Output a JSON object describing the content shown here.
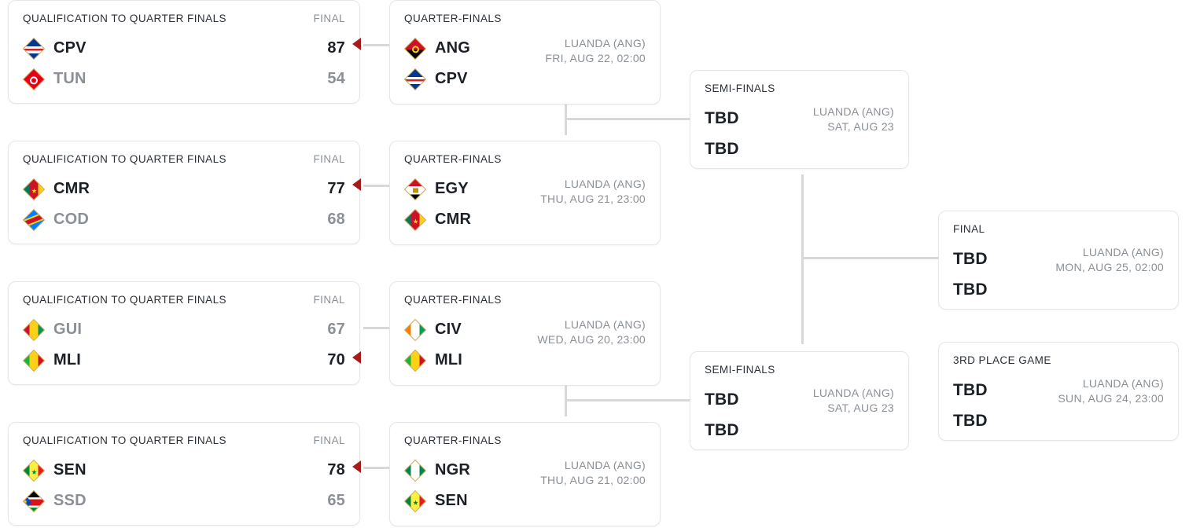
{
  "meta": {
    "labels": {
      "qualification": "QUALIFICATION TO QUARTER FINALS",
      "final_col": "FINAL",
      "quarter_finals": "QUARTER-FINALS",
      "semi_finals": "SEMI-FINALS",
      "final_round": "FINAL",
      "third_place": "3RD PLACE GAME",
      "tbd": "TBD"
    },
    "colors": {
      "card_bg": "#ffffff",
      "card_border": "#e6e6e6",
      "connector": "#d8d8d8",
      "text_primary": "#1b1f26",
      "text_muted": "#8b9096",
      "winner_arrow": "#a81b1b"
    }
  },
  "rounds": {
    "qualification": [
      {
        "header": "QUALIFICATION TO QUARTER FINALS",
        "status": "FINAL",
        "teams": [
          {
            "code": "CPV",
            "score": "87",
            "winner": true,
            "flag": "cpv"
          },
          {
            "code": "TUN",
            "score": "54",
            "winner": false,
            "flag": "tun"
          }
        ]
      },
      {
        "header": "QUALIFICATION TO QUARTER FINALS",
        "status": "FINAL",
        "teams": [
          {
            "code": "CMR",
            "score": "77",
            "winner": true,
            "flag": "cmr"
          },
          {
            "code": "COD",
            "score": "68",
            "winner": false,
            "flag": "cod"
          }
        ]
      },
      {
        "header": "QUALIFICATION TO QUARTER FINALS",
        "status": "FINAL",
        "teams": [
          {
            "code": "GUI",
            "score": "67",
            "winner": false,
            "flag": "gui"
          },
          {
            "code": "MLI",
            "score": "70",
            "winner": true,
            "flag": "mli"
          }
        ]
      },
      {
        "header": "QUALIFICATION TO QUARTER FINALS",
        "status": "FINAL",
        "teams": [
          {
            "code": "SEN",
            "score": "78",
            "winner": true,
            "flag": "sen"
          },
          {
            "code": "SSD",
            "score": "65",
            "winner": false,
            "flag": "ssd"
          }
        ]
      }
    ],
    "quarter_finals": [
      {
        "header": "QUARTER-FINALS",
        "venue": "LUANDA (ANG)",
        "datetime": "FRI, AUG 22, 02:00",
        "teams": [
          {
            "code": "ANG",
            "flag": "ang"
          },
          {
            "code": "CPV",
            "flag": "cpv"
          }
        ]
      },
      {
        "header": "QUARTER-FINALS",
        "venue": "LUANDA (ANG)",
        "datetime": "THU, AUG 21, 23:00",
        "teams": [
          {
            "code": "EGY",
            "flag": "egy"
          },
          {
            "code": "CMR",
            "flag": "cmr"
          }
        ]
      },
      {
        "header": "QUARTER-FINALS",
        "venue": "LUANDA (ANG)",
        "datetime": "WED, AUG 20, 23:00",
        "teams": [
          {
            "code": "CIV",
            "flag": "civ"
          },
          {
            "code": "MLI",
            "flag": "mli"
          }
        ]
      },
      {
        "header": "QUARTER-FINALS",
        "venue": "LUANDA (ANG)",
        "datetime": "THU, AUG 21, 02:00",
        "teams": [
          {
            "code": "NGR",
            "flag": "ngr"
          },
          {
            "code": "SEN",
            "flag": "sen"
          }
        ]
      }
    ],
    "semi_finals": [
      {
        "header": "SEMI-FINALS",
        "venue": "LUANDA (ANG)",
        "datetime": "SAT, AUG 23",
        "teams": [
          {
            "code": "TBD"
          },
          {
            "code": "TBD"
          }
        ]
      },
      {
        "header": "SEMI-FINALS",
        "venue": "LUANDA (ANG)",
        "datetime": "SAT, AUG 23",
        "teams": [
          {
            "code": "TBD"
          },
          {
            "code": "TBD"
          }
        ]
      }
    ],
    "final": {
      "header": "FINAL",
      "venue": "LUANDA (ANG)",
      "datetime": "MON, AUG 25, 02:00",
      "teams": [
        {
          "code": "TBD"
        },
        {
          "code": "TBD"
        }
      ]
    },
    "third_place": {
      "header": "3RD PLACE GAME",
      "venue": "LUANDA (ANG)",
      "datetime": "SUN, AUG 24, 23:00",
      "teams": [
        {
          "code": "TBD"
        },
        {
          "code": "TBD"
        }
      ]
    }
  }
}
